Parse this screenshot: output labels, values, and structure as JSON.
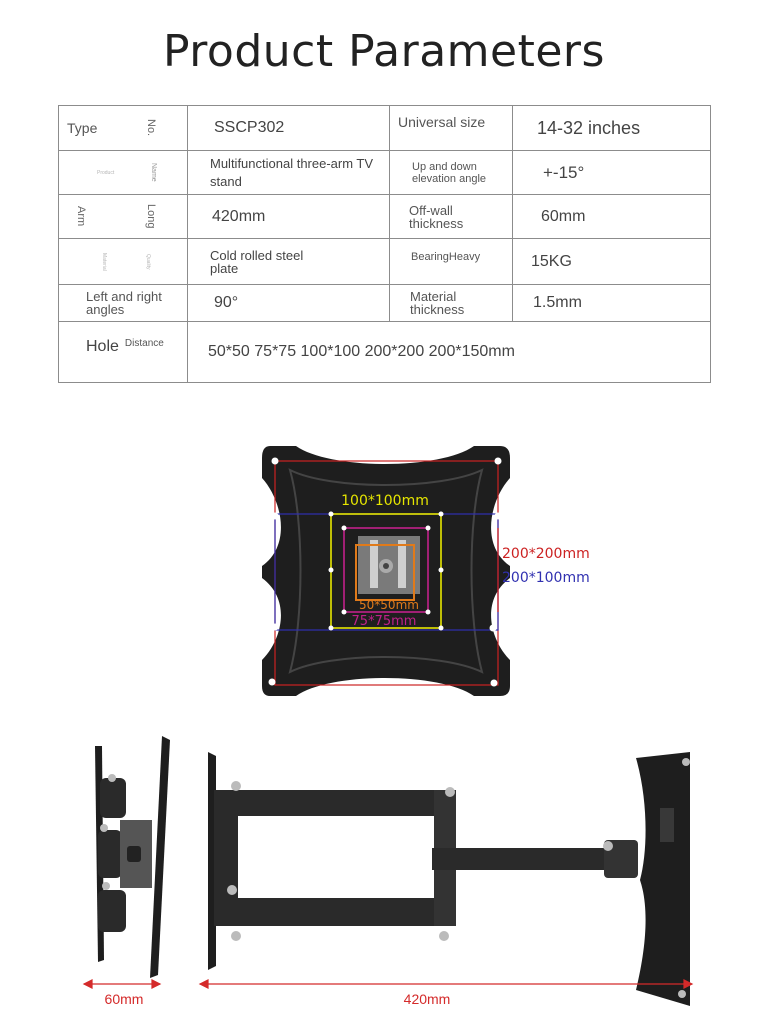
{
  "page": {
    "title": "Product Parameters"
  },
  "table": {
    "rows": [
      {
        "left_label": "Type",
        "left_sub": "No.",
        "left_value": "SSCP302",
        "right_label": "Universal size",
        "right_value": "14-32 inches"
      },
      {
        "left_label": "Product",
        "left_sub": "Name",
        "left_value": "Multifunctional three-arm TV stand",
        "right_label": "Up and down elevation angle",
        "right_value": "+-15°"
      },
      {
        "left_label": "Arm",
        "left_sub": "Long",
        "left_value": "420mm",
        "right_label": "Off-wall thickness",
        "right_value": "60mm"
      },
      {
        "left_label": "Material",
        "left_sub": "Quality",
        "left_value": "Cold rolled steel plate",
        "right_label": "BearingHeavy",
        "right_value": "15KG"
      },
      {
        "left_label": "Left and right angles",
        "left_value": "90°",
        "right_label": "Material thickness",
        "right_value": "1.5mm"
      }
    ],
    "hole": {
      "label": "Hole",
      "sub": "Distance",
      "value": "50*50 75*75 100*100 200*200 200*150mm"
    }
  },
  "vesa_diagram": {
    "labels": {
      "l100": "100*100mm",
      "l200x200": "200*200mm",
      "l200x100": "200*100mm",
      "l50": "50*50mm",
      "l75": "75*75mm"
    },
    "colors": {
      "plate": "#1e1e1e",
      "c100": "#e6e600",
      "c200x200": "#cc2222",
      "c200x100": "#3030b0",
      "c50": "#e07a1a",
      "c75": "#c0208a"
    }
  },
  "dimensions": {
    "side_depth": "60mm",
    "arm_length": "420mm",
    "color": "#d42a2a"
  }
}
